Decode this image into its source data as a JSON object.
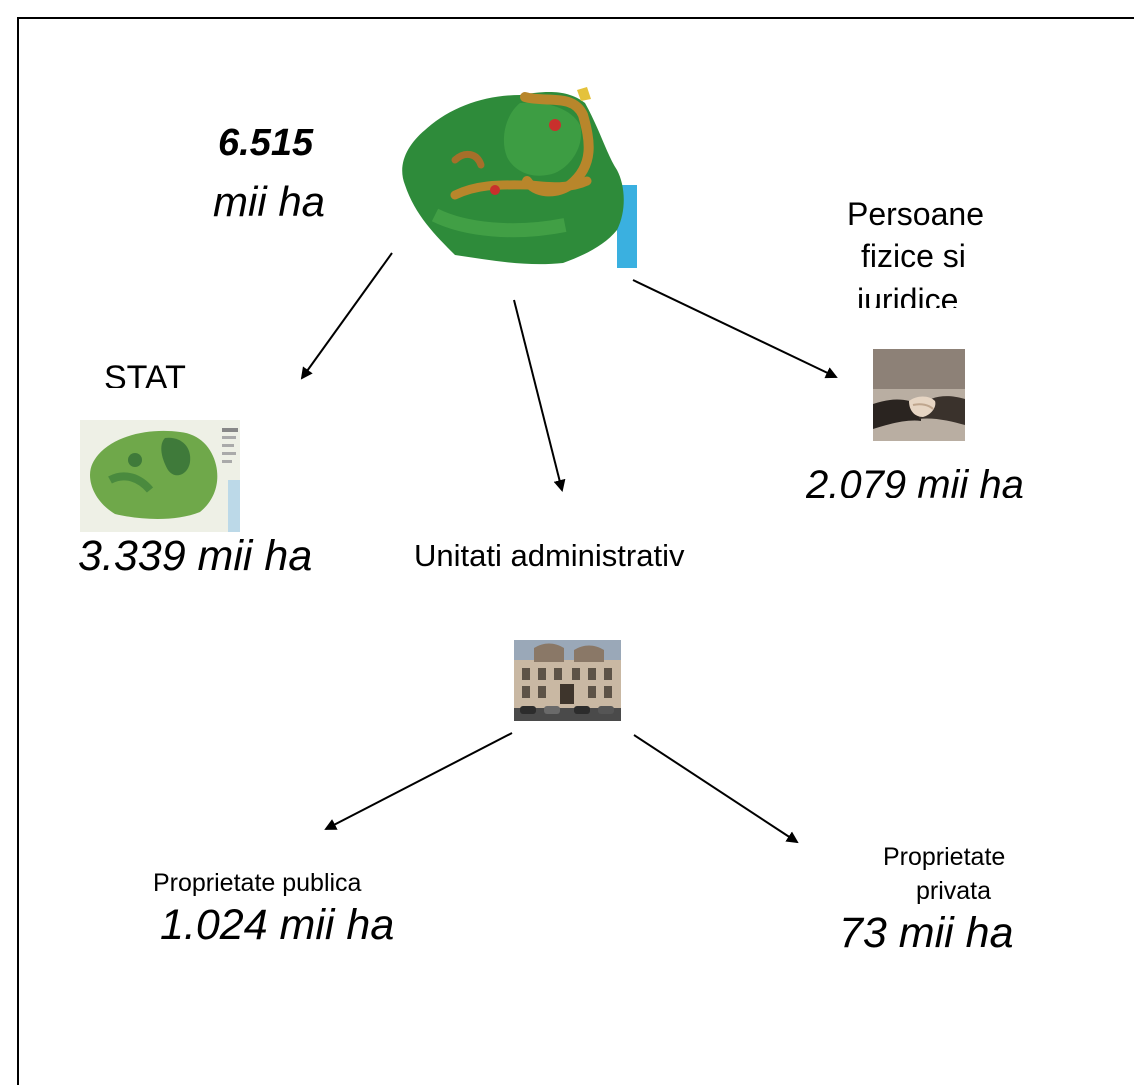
{
  "total": {
    "value": "6.515",
    "unit": "mii ha"
  },
  "stat": {
    "label": "STAT",
    "value": "3.339 mii ha"
  },
  "persoane": {
    "line1": "Persoane",
    "line2": "fizice si",
    "line3": "juridice",
    "value": "2.079 mii ha"
  },
  "unitati": {
    "label": "Unitati administrativ"
  },
  "publica": {
    "label": "Proprietate publica",
    "value": "1.024 mii ha"
  },
  "privata": {
    "line1": "Proprietate",
    "line2": "privata",
    "value": "73 mii ha"
  },
  "icons": {
    "romania_map": "romania-relief-map-icon",
    "forest_map": "romania-forest-map-icon",
    "handshake": "handshake-icon",
    "building": "city-hall-building-icon"
  },
  "colors": {
    "map_green": "#2e8b3a",
    "map_relief": "#b8862b",
    "sea": "#3ab0e0",
    "forest": "#6fa84a"
  }
}
